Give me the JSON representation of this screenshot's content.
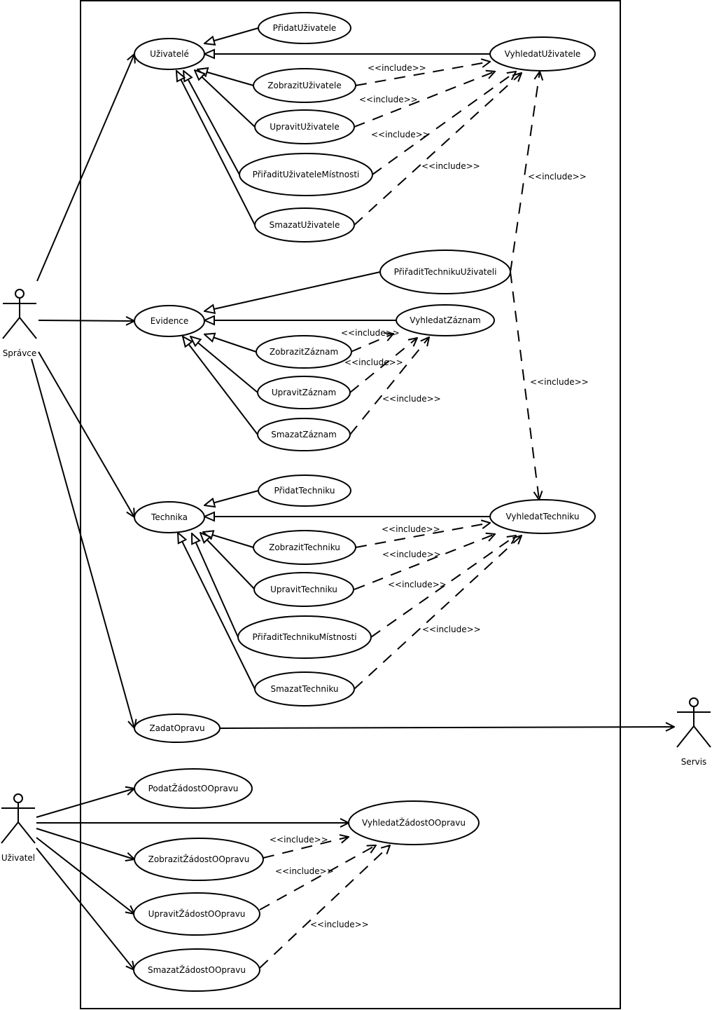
{
  "diagram": {
    "type": "UML use case diagram",
    "stereotype_label": "<<include>>",
    "colors": {
      "line": "#000000",
      "background": "#ffffff",
      "fill": "#ffffff"
    }
  },
  "actors": [
    {
      "id": "spravce",
      "name": "Správce"
    },
    {
      "id": "uzivatel",
      "name": "Uživatel"
    },
    {
      "id": "servis",
      "name": "Servis"
    }
  ],
  "use_cases": [
    {
      "id": "uzivatele",
      "name": "Uživatelé"
    },
    {
      "id": "pridat_uzivatele",
      "name": "PřidatUživatele"
    },
    {
      "id": "vyhledat_uzivatele",
      "name": "VyhledatUživatele"
    },
    {
      "id": "zobrazit_uzivatele",
      "name": "ZobrazitUživatele"
    },
    {
      "id": "upravit_uzivatele",
      "name": "UpravitUživatele"
    },
    {
      "id": "priradit_uzivatele_mistnosti",
      "name": "PřiřaditUživateleMístnosti"
    },
    {
      "id": "smazat_uzivatele",
      "name": "SmazatUživatele"
    },
    {
      "id": "priradit_techniku_uzivateli",
      "name": "PřiřaditTechnikuUživateli"
    },
    {
      "id": "evidence",
      "name": "Evidence"
    },
    {
      "id": "vyhledat_zaznam",
      "name": "VyhledatZáznam"
    },
    {
      "id": "zobrazit_zaznam",
      "name": "ZobrazitZáznam"
    },
    {
      "id": "upravit_zaznam",
      "name": "UpravitZáznam"
    },
    {
      "id": "smazat_zaznam",
      "name": "SmazatZáznam"
    },
    {
      "id": "technika",
      "name": "Technika"
    },
    {
      "id": "pridat_techniku",
      "name": "PřidatTechniku"
    },
    {
      "id": "vyhledat_techniku",
      "name": "VyhledatTechniku"
    },
    {
      "id": "zobrazit_techniku",
      "name": "ZobrazitTechniku"
    },
    {
      "id": "upravit_techniku",
      "name": "UpravitTechniku"
    },
    {
      "id": "priradit_techniku_mistnosti",
      "name": "PřiřaditTechnikuMístnosti"
    },
    {
      "id": "smazat_techniku",
      "name": "SmazatTechniku"
    },
    {
      "id": "zadat_opravu",
      "name": "ZadatOpravu"
    },
    {
      "id": "podat_zadost",
      "name": "PodatŽádostOOpravu"
    },
    {
      "id": "vyhledat_zadost",
      "name": "VyhledatŽádostOOpravu"
    },
    {
      "id": "zobrazit_zadost",
      "name": "ZobrazitŽádostOOpravu"
    },
    {
      "id": "upravit_zadost",
      "name": "UpravitŽádostOOpravu"
    },
    {
      "id": "smazat_zadost",
      "name": "SmazatŽádostOOpravu"
    }
  ],
  "associations": [
    {
      "from": "spravce",
      "to": "uzivatele"
    },
    {
      "from": "spravce",
      "to": "evidence"
    },
    {
      "from": "spravce",
      "to": "technika"
    },
    {
      "from": "spravce",
      "to": "zadat_opravu"
    },
    {
      "from": "zadat_opravu",
      "to": "servis"
    },
    {
      "from": "uzivatel",
      "to": "podat_zadost"
    },
    {
      "from": "uzivatel",
      "to": "vyhledat_zadost"
    },
    {
      "from": "uzivatel",
      "to": "zobrazit_zadost"
    },
    {
      "from": "uzivatel",
      "to": "upravit_zadost"
    },
    {
      "from": "uzivatel",
      "to": "smazat_zadost"
    }
  ],
  "generalizations": [
    {
      "child": "pridat_uzivatele",
      "parent": "uzivatele"
    },
    {
      "child": "vyhledat_uzivatele",
      "parent": "uzivatele"
    },
    {
      "child": "zobrazit_uzivatele",
      "parent": "uzivatele"
    },
    {
      "child": "upravit_uzivatele",
      "parent": "uzivatele"
    },
    {
      "child": "priradit_uzivatele_mistnosti",
      "parent": "uzivatele"
    },
    {
      "child": "smazat_uzivatele",
      "parent": "uzivatele"
    },
    {
      "child": "priradit_techniku_uzivateli",
      "parent": "evidence"
    },
    {
      "child": "vyhledat_zaznam",
      "parent": "evidence"
    },
    {
      "child": "zobrazit_zaznam",
      "parent": "evidence"
    },
    {
      "child": "upravit_zaznam",
      "parent": "evidence"
    },
    {
      "child": "smazat_zaznam",
      "parent": "evidence"
    },
    {
      "child": "pridat_techniku",
      "parent": "technika"
    },
    {
      "child": "vyhledat_techniku",
      "parent": "technika"
    },
    {
      "child": "zobrazit_techniku",
      "parent": "technika"
    },
    {
      "child": "upravit_techniku",
      "parent": "technika"
    },
    {
      "child": "priradit_techniku_mistnosti",
      "parent": "technika"
    },
    {
      "child": "smazat_techniku",
      "parent": "technika"
    }
  ],
  "includes": [
    {
      "from": "zobrazit_uzivatele",
      "to": "vyhledat_uzivatele",
      "label": "<<include>>"
    },
    {
      "from": "upravit_uzivatele",
      "to": "vyhledat_uzivatele",
      "label": "<<include>>"
    },
    {
      "from": "priradit_uzivatele_mistnosti",
      "to": "vyhledat_uzivatele",
      "label": "<<include>>"
    },
    {
      "from": "smazat_uzivatele",
      "to": "vyhledat_uzivatele",
      "label": "<<include>>"
    },
    {
      "from": "priradit_techniku_uzivateli",
      "to": "vyhledat_uzivatele",
      "label": "<<include>>"
    },
    {
      "from": "priradit_techniku_uzivateli",
      "to": "vyhledat_techniku",
      "label": "<<include>>"
    },
    {
      "from": "zobrazit_zaznam",
      "to": "vyhledat_zaznam",
      "label": "<<include>>"
    },
    {
      "from": "upravit_zaznam",
      "to": "vyhledat_zaznam",
      "label": "<<include>>"
    },
    {
      "from": "smazat_zaznam",
      "to": "vyhledat_zaznam",
      "label": "<<include>>"
    },
    {
      "from": "zobrazit_techniku",
      "to": "vyhledat_techniku",
      "label": "<<include>>"
    },
    {
      "from": "upravit_techniku",
      "to": "vyhledat_techniku",
      "label": "<<include>>"
    },
    {
      "from": "priradit_techniku_mistnosti",
      "to": "vyhledat_techniku",
      "label": "<<include>>"
    },
    {
      "from": "smazat_techniku",
      "to": "vyhledat_techniku",
      "label": "<<include>>"
    },
    {
      "from": "zobrazit_zadost",
      "to": "vyhledat_zadost",
      "label": "<<include>>"
    },
    {
      "from": "upravit_zadost",
      "to": "vyhledat_zadost",
      "label": "<<include>>"
    },
    {
      "from": "smazat_zadost",
      "to": "vyhledat_zadost",
      "label": "<<include>>"
    }
  ]
}
